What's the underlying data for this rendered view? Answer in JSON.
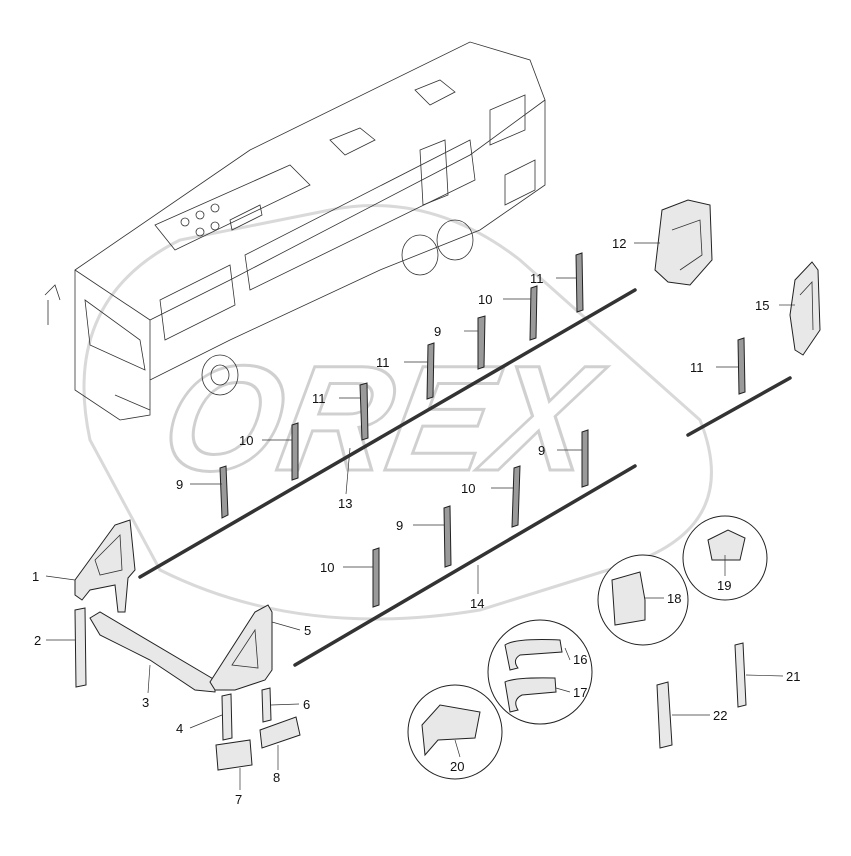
{
  "watermark": "OREX",
  "labels": {
    "l1": "1",
    "l2": "2",
    "l3": "3",
    "l4": "4",
    "l5": "5",
    "l6": "6",
    "l7": "7",
    "l8": "8",
    "l9a": "9",
    "l9b": "9",
    "l9c": "9",
    "l9d": "9",
    "l10a": "10",
    "l10b": "10",
    "l10c": "10",
    "l10d": "10",
    "l11a": "11",
    "l11b": "11",
    "l11c": "11",
    "l11d": "11",
    "l12": "12",
    "l13": "13",
    "l14": "14",
    "l15": "15",
    "l16": "16",
    "l17": "17",
    "l18": "18",
    "l19": "19",
    "l20": "20",
    "l21": "21",
    "l22": "22"
  },
  "colors": {
    "line": "#333333",
    "watermark": "#d0d0d0"
  }
}
